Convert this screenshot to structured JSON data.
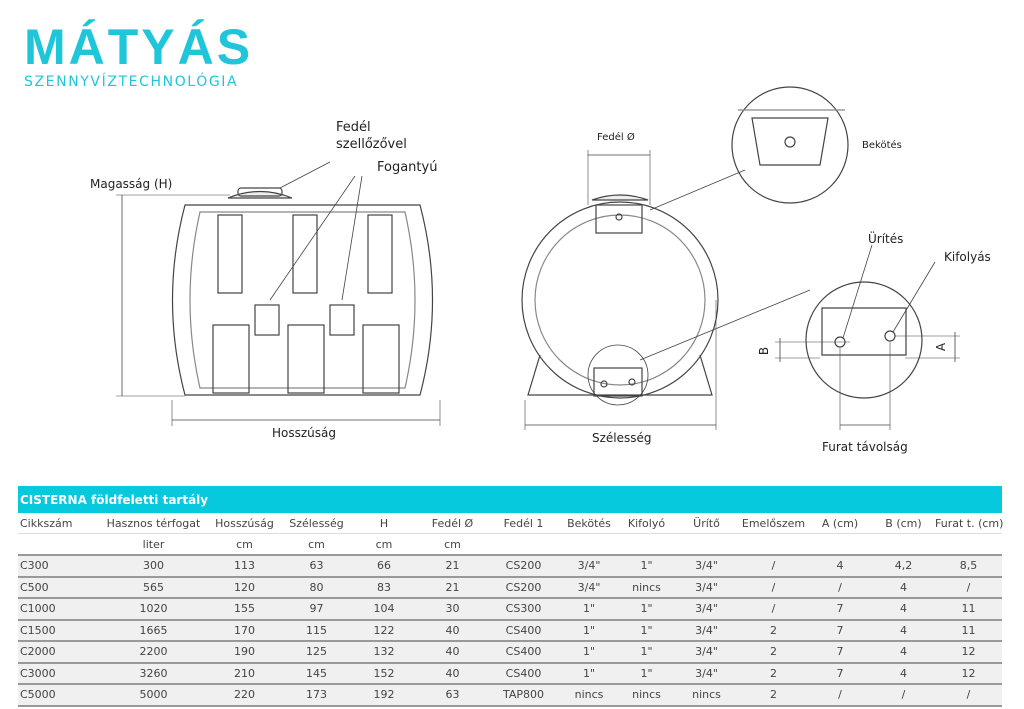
{
  "logo": {
    "name": "MÁTYÁS",
    "tagline": "SZENNYVÍZTECHNOLÓGIA"
  },
  "drawing_labels": {
    "lid_vent_1": "Fedél",
    "lid_vent_2": "szellőzővel",
    "handle": "Fogantyú",
    "height": "Magasság (H)",
    "length": "Hosszúság",
    "lid_diameter": "Fedél Ø",
    "connection": "Bekötés",
    "width": "Szélesség",
    "drain": "Ürítés",
    "outlet": "Kifolyás",
    "b": "B",
    "a": "A",
    "hole_distance": "Furat távolság"
  },
  "table": {
    "title": "CISTERNA földfeletti tartály",
    "headers": [
      "Cikkszám",
      "Hasznos térfogat",
      "Hosszúság",
      "Szélesség",
      "H",
      "Fedél Ø",
      "Fedél 1",
      "Bekötés",
      "Kifolyó",
      "Ürítő",
      "Emelőszem",
      "A (cm)",
      "B (cm)",
      "Furat t. (cm)"
    ],
    "units": [
      "",
      "liter",
      "cm",
      "cm",
      "cm",
      "cm",
      "",
      "",
      "",
      "",
      "",
      "",
      "",
      ""
    ],
    "rows": [
      [
        "C300",
        "300",
        "113",
        "63",
        "66",
        "21",
        "CS200",
        "3/4\"",
        "1\"",
        "3/4\"",
        "/",
        "4",
        "4,2",
        "8,5"
      ],
      [
        "C500",
        "565",
        "120",
        "80",
        "83",
        "21",
        "CS200",
        "3/4\"",
        "nincs",
        "3/4\"",
        "/",
        "/",
        "4",
        "/"
      ],
      [
        "C1000",
        "1020",
        "155",
        "97",
        "104",
        "30",
        "CS300",
        "1\"",
        "1\"",
        "3/4\"",
        "/",
        "7",
        "4",
        "11"
      ],
      [
        "C1500",
        "1665",
        "170",
        "115",
        "122",
        "40",
        "CS400",
        "1\"",
        "1\"",
        "3/4\"",
        "2",
        "7",
        "4",
        "11"
      ],
      [
        "C2000",
        "2200",
        "190",
        "125",
        "132",
        "40",
        "CS400",
        "1\"",
        "1\"",
        "3/4\"",
        "2",
        "7",
        "4",
        "12"
      ],
      [
        "C3000",
        "3260",
        "210",
        "145",
        "152",
        "40",
        "CS400",
        "1\"",
        "1\"",
        "3/4\"",
        "2",
        "7",
        "4",
        "12"
      ],
      [
        "C5000",
        "5000",
        "220",
        "173",
        "192",
        "63",
        "TAP800",
        "nincs",
        "nincs",
        "nincs",
        "2",
        "/",
        "/",
        "/"
      ]
    ]
  }
}
